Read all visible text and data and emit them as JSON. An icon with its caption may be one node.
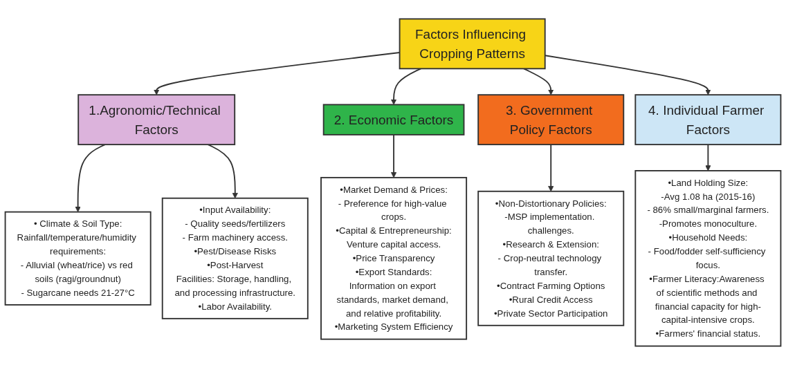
{
  "diagram": {
    "nodes": [
      {
        "text": [
          "Factors Influencing Cropping Patterns"
        ]
      },
      {
        "text": [
          "1.Agronomic/Technical Factors"
        ]
      },
      {
        "text": [
          "2. Economic Factors"
        ]
      },
      {
        "text": [
          "3. Government Policy Factors"
        ]
      },
      {
        "text": [
          "4. Individual Farmer Factors"
        ]
      },
      {
        "text": [
          "• Climate & Soil Type:",
          "Rainfall/temperature/humidity requirements:",
          "- Alluvial (wheat/rice) vs red soils (ragi/groundnut)",
          "- Sugarcane needs 21-27°C"
        ]
      },
      {
        "text": [
          "•Input Availability:",
          "- Quality seeds/fertilizers",
          "- Farm machinery access.",
          "•Pest/Disease Risks",
          "•Post-Harvest",
          "Facilities: Storage, handling, and processing infrastructure.",
          "•Labor Availability."
        ]
      },
      {
        "text": [
          "•Market Demand & Prices:",
          "- Preference for high-value crops.",
          "•Capital & Entrepreneurship:",
          "Venture capital access.",
          "•Price Transparency",
          "•Export Standards:",
          "Information on export standards, market demand, and relative profitability.",
          "•Marketing System Efficiency"
        ]
      },
      {
        "text": [
          "•Non-Distortionary Policies:",
          "-MSP implementation. challenges.",
          "•Research & Extension:",
          "- Crop-neutral technology transfer.",
          "•Contract Farming Options",
          "•Rural Credit Access",
          "•Private Sector Participation"
        ]
      },
      {
        "text": [
          "•Land Holding Size:",
          "-Avg 1.08 ha (2015-16)",
          "- 86% small/marginal farmers.",
          "-Promotes monoculture.",
          "•Household Needs:",
          "- Food/fodder self-sufficiency focus.",
          "•Farmer Literacy:Awareness of scientific methods and financial capacity for high-capital-intensive crops.",
          "•Farmers' financial status."
        ]
      }
    ],
    "edges": [
      {
        "from": 0,
        "to": 1,
        "arrow": "to"
      },
      {
        "from": 0,
        "to": 2,
        "arrow": "to"
      },
      {
        "from": 0,
        "to": 3,
        "arrow": "to"
      },
      {
        "from": 0,
        "to": 4,
        "arrow": "to"
      },
      {
        "from": 1,
        "to": 5,
        "arrow": "to"
      },
      {
        "from": 1,
        "to": 6,
        "arrow": "to"
      },
      {
        "from": 2,
        "to": 7,
        "arrow": "to"
      },
      {
        "from": 3,
        "to": 8,
        "arrow": "to"
      },
      {
        "from": 4,
        "to": 9,
        "arrow": "to"
      }
    ]
  }
}
